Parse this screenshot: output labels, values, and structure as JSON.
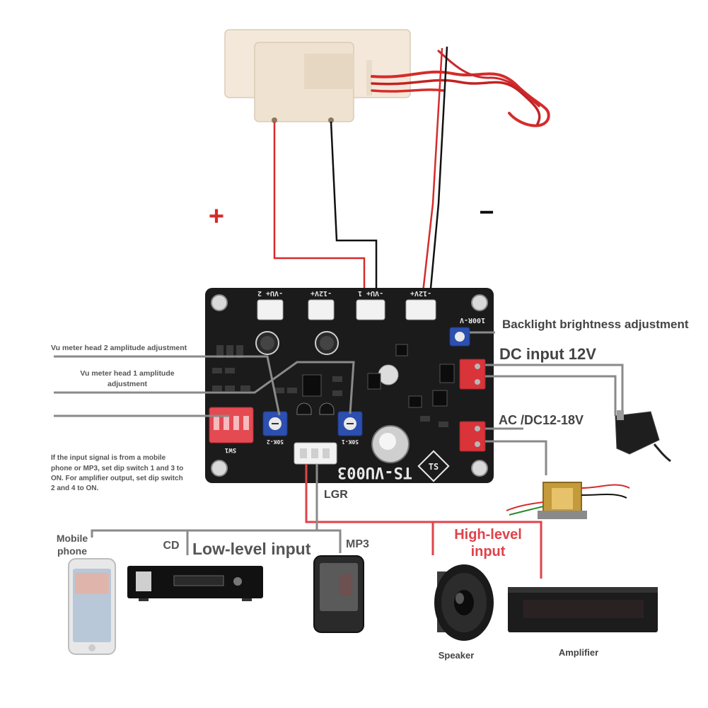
{
  "diagram": {
    "polarity": {
      "plus": "+",
      "minus": "−"
    },
    "board": {
      "model": "TS-VU003",
      "header_labels": [
        "-VU+ 2",
        "-12V+",
        "-VU+ 1",
        "-12V+"
      ],
      "side_label": "100R-V",
      "pot2_label": "50K-2",
      "pot1_label": "50K-1",
      "dip_label": "SW1"
    },
    "labels": {
      "backlight": "Backlight brightness adjustment",
      "dc_input": "DC input 12V",
      "ac_dc": "AC /DC12-18V",
      "vu2_adjust": "Vu meter head 2 amplitude adjustment",
      "vu1_adjust_line1": "Vu meter head 1 amplitude",
      "vu1_adjust_line2": "adjustment",
      "dip_note": [
        "If the input signal is from a mobile",
        "phone or MP3, set dip switch 1 and 3 to",
        "ON. For amplifier output, set dip switch",
        "2 and 4 to ON."
      ],
      "lgr": "LGR",
      "mobile_line1": "Mobile",
      "mobile_line2": "phone",
      "cd": "CD",
      "low_level": "Low-level input",
      "mp3": "MP3",
      "high_level_line1": "High-level",
      "high_level_line2": "input",
      "speaker": "Speaker",
      "amplifier": "Amplifier"
    },
    "colors": {
      "pcb": "#1b1b1b",
      "wire_red": "#d62b2b",
      "wire_black": "#111111",
      "wire_gray": "#8a8a8a",
      "high_level": "#e0424a",
      "pot_blue": "#2c4fb0",
      "terminal_red": "#d8343a"
    }
  }
}
